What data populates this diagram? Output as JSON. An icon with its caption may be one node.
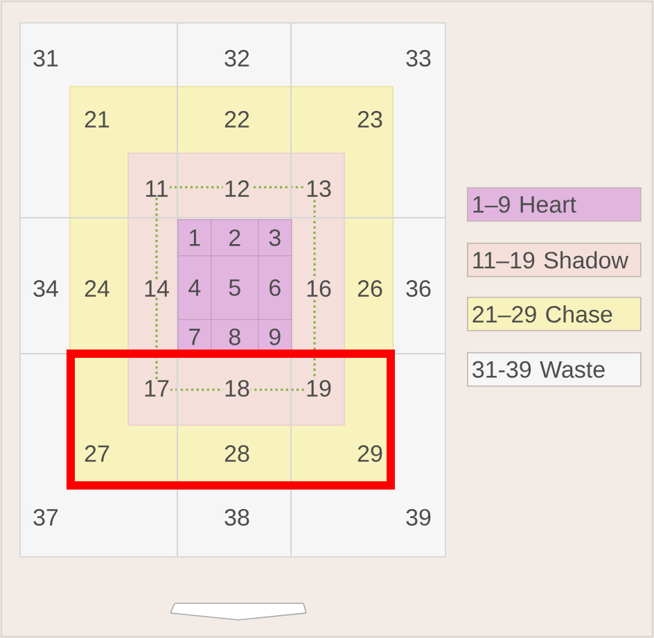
{
  "diagram": {
    "nodes": [
      {
        "text": [
          "31",
          "32",
          "33",
          "34",
          "36",
          "37",
          "38",
          "39"
        ]
      },
      {
        "text": [
          "21",
          "22",
          "23",
          "24",
          "26",
          "27",
          "28",
          "29"
        ],
        "in": 0
      },
      {
        "text": [
          "11",
          "12",
          "13",
          "14",
          "16",
          "17",
          "18",
          "19"
        ],
        "in": 1
      },
      {
        "text": [
          "1"
        ],
        "in": 2
      },
      {
        "text": [
          "2"
        ],
        "in": 2
      },
      {
        "text": [
          "3"
        ],
        "in": 2
      },
      {
        "text": [
          "4"
        ],
        "in": 2
      },
      {
        "text": [
          "5"
        ],
        "in": 2
      },
      {
        "text": [
          "6"
        ],
        "in": 2
      },
      {
        "text": [
          "7"
        ],
        "in": 2
      },
      {
        "text": [
          "8"
        ],
        "in": 2
      },
      {
        "text": [
          "9"
        ],
        "in": 2
      }
    ],
    "legend": [
      {
        "text": "1–9 Heart",
        "color": "#e1b5df"
      },
      {
        "text": "11–19 Shadow",
        "color": "#f4dfda"
      },
      {
        "text": "21–29 Chase",
        "color": "#f8f3bc"
      },
      {
        "text": "31-39 Waste",
        "color": "#f6f6f6"
      }
    ]
  }
}
